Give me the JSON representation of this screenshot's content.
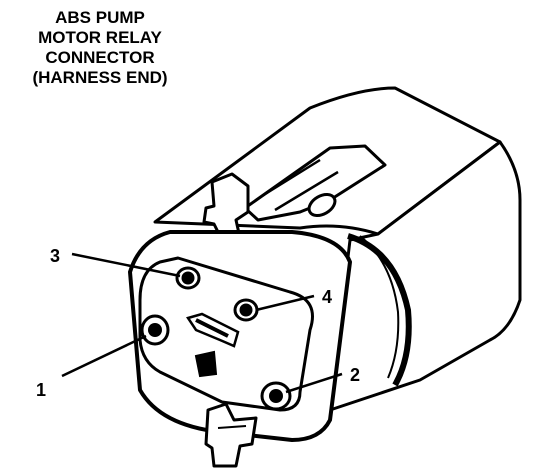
{
  "title_lines": [
    "ABS PUMP",
    "MOTOR RELAY",
    "CONNECTOR",
    "(HARNESS END)"
  ],
  "pins": [
    {
      "label": "1"
    },
    {
      "label": "2"
    },
    {
      "label": "3"
    },
    {
      "label": "4"
    }
  ],
  "colors": {
    "ink": "#000000",
    "paper": "#ffffff"
  }
}
